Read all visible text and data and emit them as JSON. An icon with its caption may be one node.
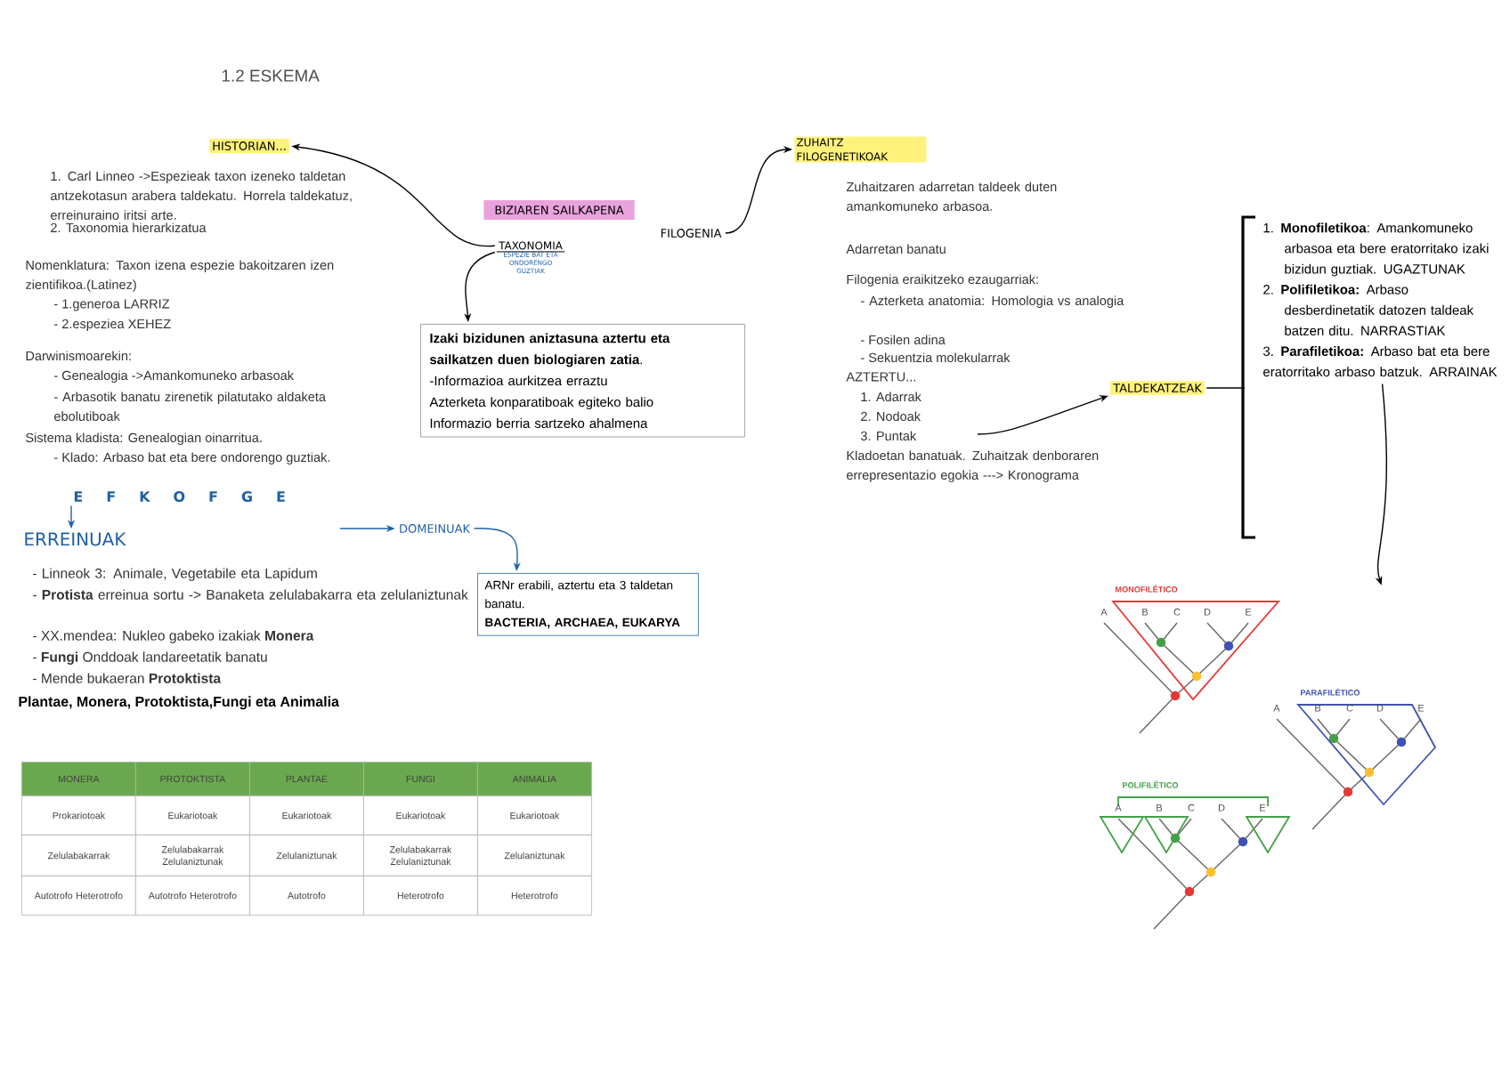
{
  "diagram": {
    "title": "1.2 ESKEMA",
    "nodes": [
      {
        "text": [
          "HISTORIAN..."
        ]
      },
      {
        "text": [
          "BIZIAREN SAILKAPENA"
        ]
      },
      {
        "text": [
          "TAXONOMIA"
        ],
        "beside": [
          "ESPEZIE BAT ETA ONDORENGO GUZTIAK"
        ]
      },
      {
        "text": [
          "FILOGENIA"
        ]
      },
      {
        "text": [
          "ZUHAITZ FILOGENETIKOAK"
        ]
      },
      {
        "text": [
          "**Izaki bizidunen aniztasuna aztertu eta sailkatzen duen biologiaren zatia**.",
          "-Informazioa aurkitzea erraztu",
          "Azterketa konparatiboak egiteko balio",
          "Informazio berria sartzeko ahalmena"
        ]
      },
      {
        "text": [
          "TALDEKATZEAK"
        ]
      },
      {
        "text": [
          "DOMEINUAK"
        ]
      },
      {
        "text": [
          "ARNr erabili, aztertu eta 3 taldetan banatu.",
          "BACTERIA, ARCHAEA, EUKARYA"
        ]
      },
      {
        "text": [
          "ERREINUAK"
        ]
      },
      {
        "text": [
          "E F K O F G E"
        ]
      },
      {
        "text": [
          "1. **Monofiletikoa**: Amankomuneko arbasoa eta bere eratorritako izaki bizidun guztiak. UGAZTUNAK",
          "2. **Polifiletikoa:** Arbaso desberdinetatik datozen taldeak batzen ditu. NARRASTIAK",
          "3. **Parafiletikoa:** Arbaso bat eta bere eratorritako arbaso batzuk. ARRAINAK"
        ]
      },
      {
        "text": [],
        "shape": "picture"
      }
    ],
    "edges": [
      {
        "from": 2,
        "to": 0,
        "arrow": "to"
      },
      {
        "from": 3,
        "to": 4,
        "arrow": "to"
      },
      {
        "from": 2,
        "to": 5,
        "arrow": "to"
      },
      {
        "from": null,
        "to": 7,
        "arrow": "to",
        "color": "#1f5fa8"
      },
      {
        "from": 7,
        "to": 8,
        "arrow": "to",
        "color": "#1f5fa8"
      },
      {
        "from": 10,
        "to": 9,
        "arrow": "to",
        "color": "#1f5fa8"
      },
      {
        "from": null,
        "to": 6,
        "arrow": "to"
      },
      {
        "from": 6,
        "to": 11,
        "arrow": "none"
      },
      {
        "from": 11,
        "to": 12,
        "arrow": "to"
      }
    ],
    "labels": [
      "1. Carl Linneo ->Espezieak taxon izeneko taldetan antzekotasun arabera taldekatu. Horrela taldekatuz, erreinuraino iritsi arte.",
      "2. Taxonomia hierarkizatua",
      "Nomenklatura: Taxon izena espezie bakoitzaren izen zientifikoa.(Latinez)",
      "- 1.generoa LARRIZ",
      "- 2.espeziea XEHEZ",
      "Darwinismoarekin:",
      "- Genealogia ->Amankomuneko arbasoak",
      "- Arbasotik banatu zirenetik pilatutako aldaketa ebolutiboak",
      "Sistema kladista: Genealogian oinarritua.",
      "- Klado: Arbaso bat eta bere ondorengo guztiak.",
      "Zuhaitzaren adarretan taldeek duten amankomuneko arbasoa.",
      "Adarretan banatu",
      "Filogenia eraikitzeko ezaugarriak:",
      "- Azterketa anatomia: Homologia vs analogia",
      "- Fosilen adina",
      "- Sekuentzia molekularrak",
      "AZTERTU...",
      "1. Adarrak",
      "2. Nodoak",
      "3. Puntak",
      "Kladoetan banatuak. Zuhaitzak denboraren errepresentazio egokia ---> Kronograma",
      "- Linneok 3: Animale, Vegetabile eta Lapidum",
      "- **Protista** erreinua sortu -> Banaketa zelulabakarra eta zelulaniztunak",
      "- XX.mendea: Nukleo gabeko izakiak **Monera**",
      "- **Fungi** Onddoak landareetatik banatu",
      "- Mende bukaeran **Protoktista**",
      "Plantae, Monera, Protoktista,Fungi eta Animalia",
      "MONERA",
      "PROTOKTISTA",
      "PLANTAE",
      "FUNGI",
      "ANIMALIA",
      "Prokariotoak",
      "Eukariotoak",
      "Eukariotoak",
      "Eukariotoak",
      "Eukariotoak",
      "Zelulabakarrak",
      "Zelulabakarrak Zelulaniztunak",
      "Zelulaniztunak",
      "Zelulabakarrak Zelulaniztunak",
      "Zelulaniztunak",
      "Autotrofo Heterotrofo",
      "Autotrofo Heterotrofo",
      "Autotrofo",
      "Heterotrofo",
      "Heterotrofo",
      "MONOFILÉTICO",
      "A",
      "B",
      "C",
      "D",
      "E",
      "PARAFILÉTICO",
      "A",
      "B",
      "C",
      "D",
      "E",
      "POLIFILÉTICO",
      "A",
      "B",
      "C",
      "D",
      "E"
    ]
  }
}
